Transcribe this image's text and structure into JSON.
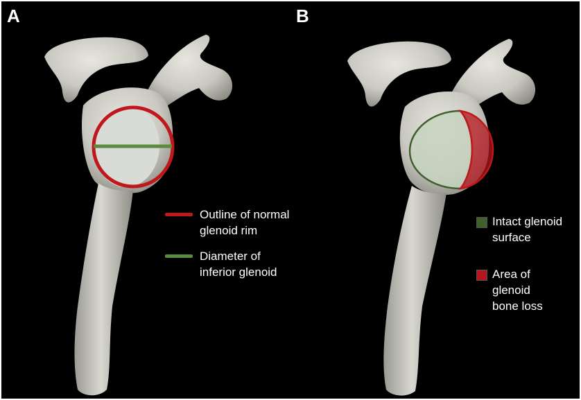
{
  "panels": [
    {
      "letter": "A",
      "legend": [
        {
          "label": "Outline of normal\nglenoid rim",
          "color": "#c0171b"
        },
        {
          "label": "Diameter of\ninferior glenoid",
          "color": "#5a8a3c"
        }
      ]
    },
    {
      "letter": "B",
      "legend": [
        {
          "label": "Intact glenoid\nsurface",
          "color": "#3f5f2e"
        },
        {
          "label": "Area of\nglenoid\nbone loss",
          "color": "#b3161c"
        }
      ]
    }
  ],
  "colors": {
    "background": "#000000",
    "bone": "#cfcfc8",
    "rim_red": "#c0171b",
    "diameter_green": "#5a8a3c",
    "intact_green": "#3f5f2e"
  }
}
